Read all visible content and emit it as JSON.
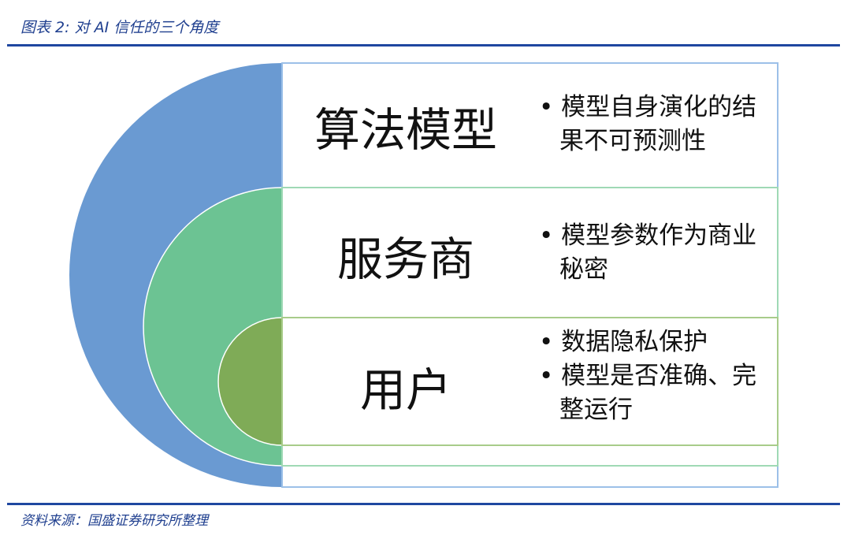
{
  "title": "图表 2:  对 AI 信任的三个角度",
  "source": "资料来源：国盛证券研究所整理",
  "colors": {
    "outer": "#6a9ad2",
    "middle": "#6cc393",
    "inner": "#7fab57",
    "rule": "#1f47a0"
  },
  "layers": [
    {
      "heading": "算法模型",
      "bullets": [
        "模型自身演化的结果不可预测性"
      ]
    },
    {
      "heading": "服务商",
      "bullets": [
        "模型参数作为商业秘密"
      ]
    },
    {
      "heading": "用户",
      "bullets": [
        "数据隐私保护",
        "模型是否准确、完整运行"
      ]
    }
  ]
}
